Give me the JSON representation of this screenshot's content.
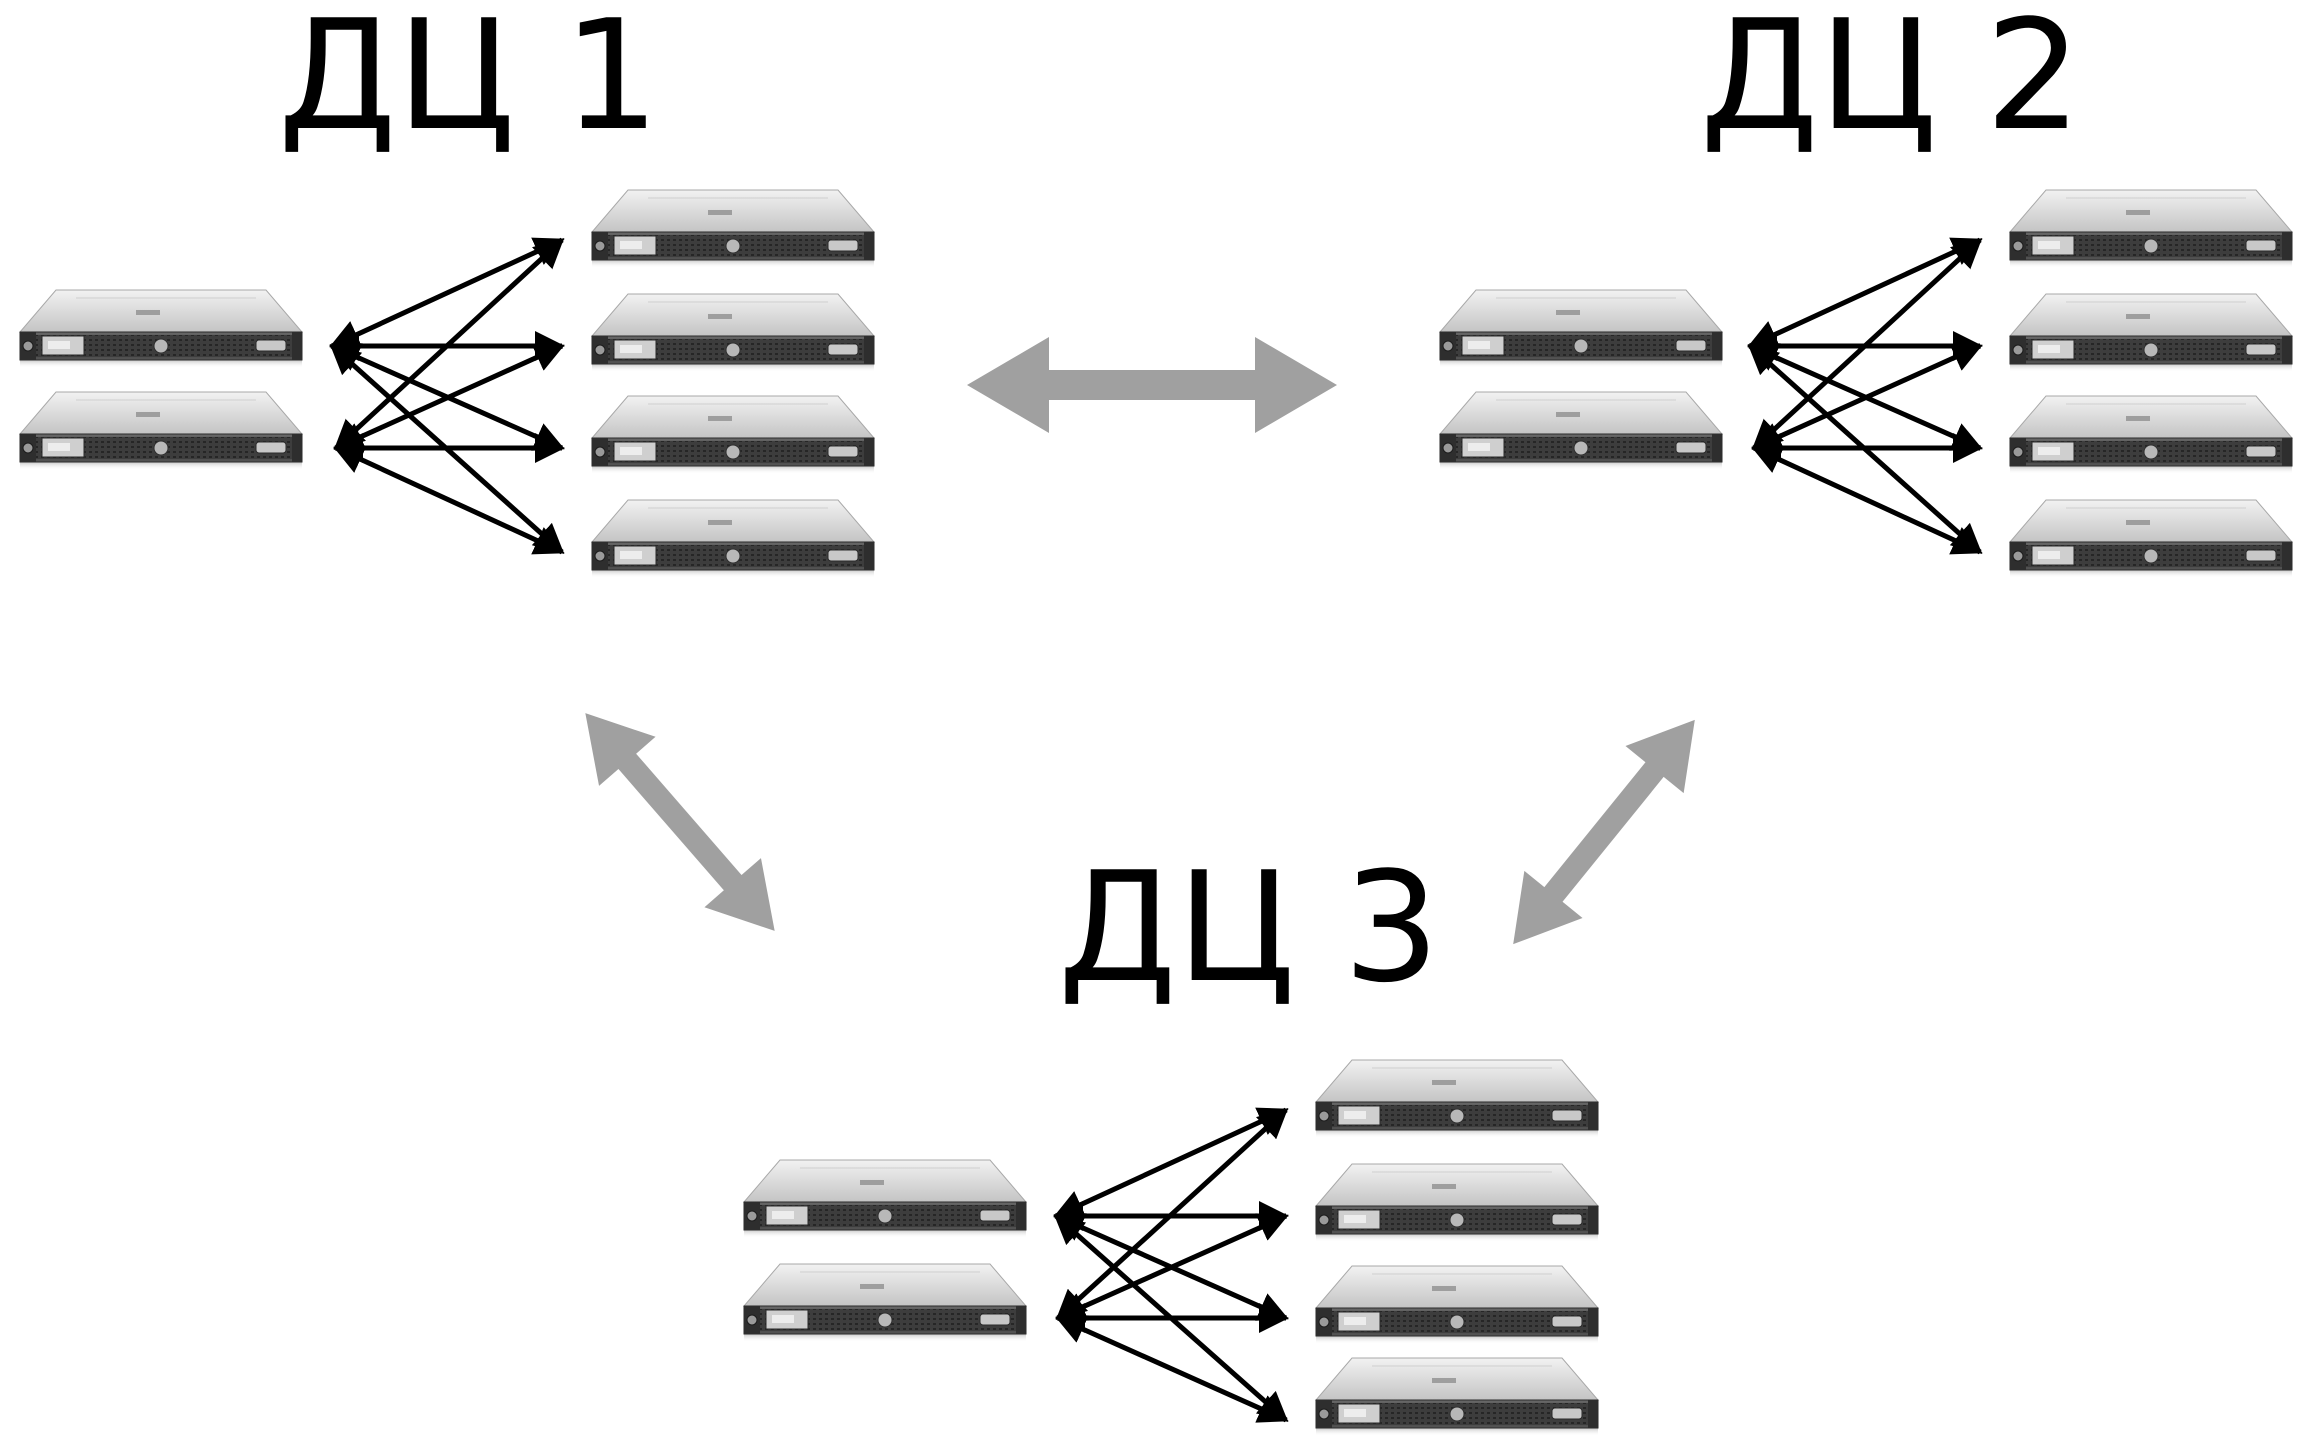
{
  "datacenters": [
    {
      "name": "ДЦ 1"
    },
    {
      "name": "ДЦ 2"
    },
    {
      "name": "ДЦ 3"
    }
  ],
  "colors": {
    "background": "#ffffff",
    "title": "#000000",
    "local_link_arrows": "#000000",
    "inter_dc_arrows": "#a0a0a0",
    "server_body": "#d9d9d9",
    "server_front": "#4a4a4a"
  },
  "icons": {
    "server": "rack-server-icon",
    "link": "bidirectional-arrow"
  }
}
